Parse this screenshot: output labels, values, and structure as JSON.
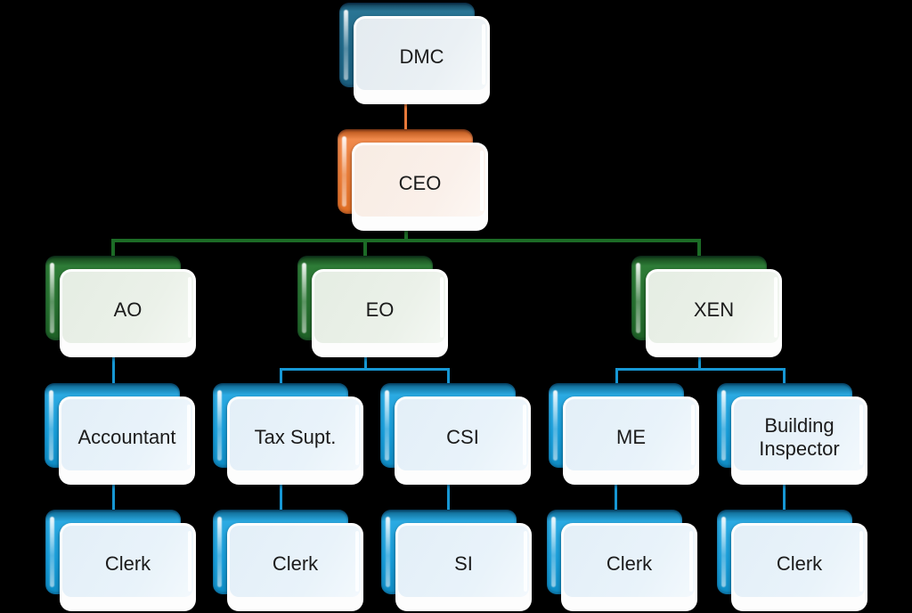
{
  "diagram": {
    "type": "org-chart",
    "background_color": "#000000",
    "nodes": [
      {
        "id": "dmc",
        "label": "DMC",
        "level": 1,
        "parent": null,
        "theme": "teal"
      },
      {
        "id": "ceo",
        "label": "CEO",
        "level": 2,
        "parent": "dmc",
        "theme": "orange"
      },
      {
        "id": "ao",
        "label": "AO",
        "level": 3,
        "parent": "ceo",
        "theme": "green"
      },
      {
        "id": "eo",
        "label": "EO",
        "level": 3,
        "parent": "ceo",
        "theme": "green"
      },
      {
        "id": "xen",
        "label": "XEN",
        "level": 3,
        "parent": "ceo",
        "theme": "green"
      },
      {
        "id": "accountant",
        "label": "Accountant",
        "level": 4,
        "parent": "ao",
        "theme": "blue"
      },
      {
        "id": "tax-supt",
        "label": "Tax Supt.",
        "level": 4,
        "parent": "eo",
        "theme": "blue"
      },
      {
        "id": "csi",
        "label": "CSI",
        "level": 4,
        "parent": "eo",
        "theme": "blue"
      },
      {
        "id": "me",
        "label": "ME",
        "level": 4,
        "parent": "xen",
        "theme": "blue"
      },
      {
        "id": "building-inspector",
        "label": "Building Inspector",
        "level": 4,
        "parent": "xen",
        "theme": "blue"
      },
      {
        "id": "clerk-accountant",
        "label": "Clerk",
        "level": 5,
        "parent": "accountant",
        "theme": "blue"
      },
      {
        "id": "clerk-tax-supt",
        "label": "Clerk",
        "level": 5,
        "parent": "tax-supt",
        "theme": "blue"
      },
      {
        "id": "si",
        "label": "SI",
        "level": 5,
        "parent": "csi",
        "theme": "blue"
      },
      {
        "id": "clerk-me",
        "label": "Clerk",
        "level": 5,
        "parent": "me",
        "theme": "blue"
      },
      {
        "id": "clerk-building-inspector",
        "label": "Clerk",
        "level": 5,
        "parent": "building-inspector",
        "theme": "blue"
      }
    ],
    "palette": {
      "teal_plate": "#1F6787",
      "orange_plate": "#E87A35",
      "green_plate": "#26702F",
      "blue_plate": "#179CD8",
      "teal_tint": "#EAF0F4",
      "orange_tint": "#FAF0EA",
      "green_tint": "#EBF1E9",
      "blue_tint": "#E9F3FA",
      "connector_orange": "#E8793A",
      "connector_green": "#1C6B26",
      "connector_blue": "#1697D4",
      "label_text": "#1B1B1B"
    }
  }
}
